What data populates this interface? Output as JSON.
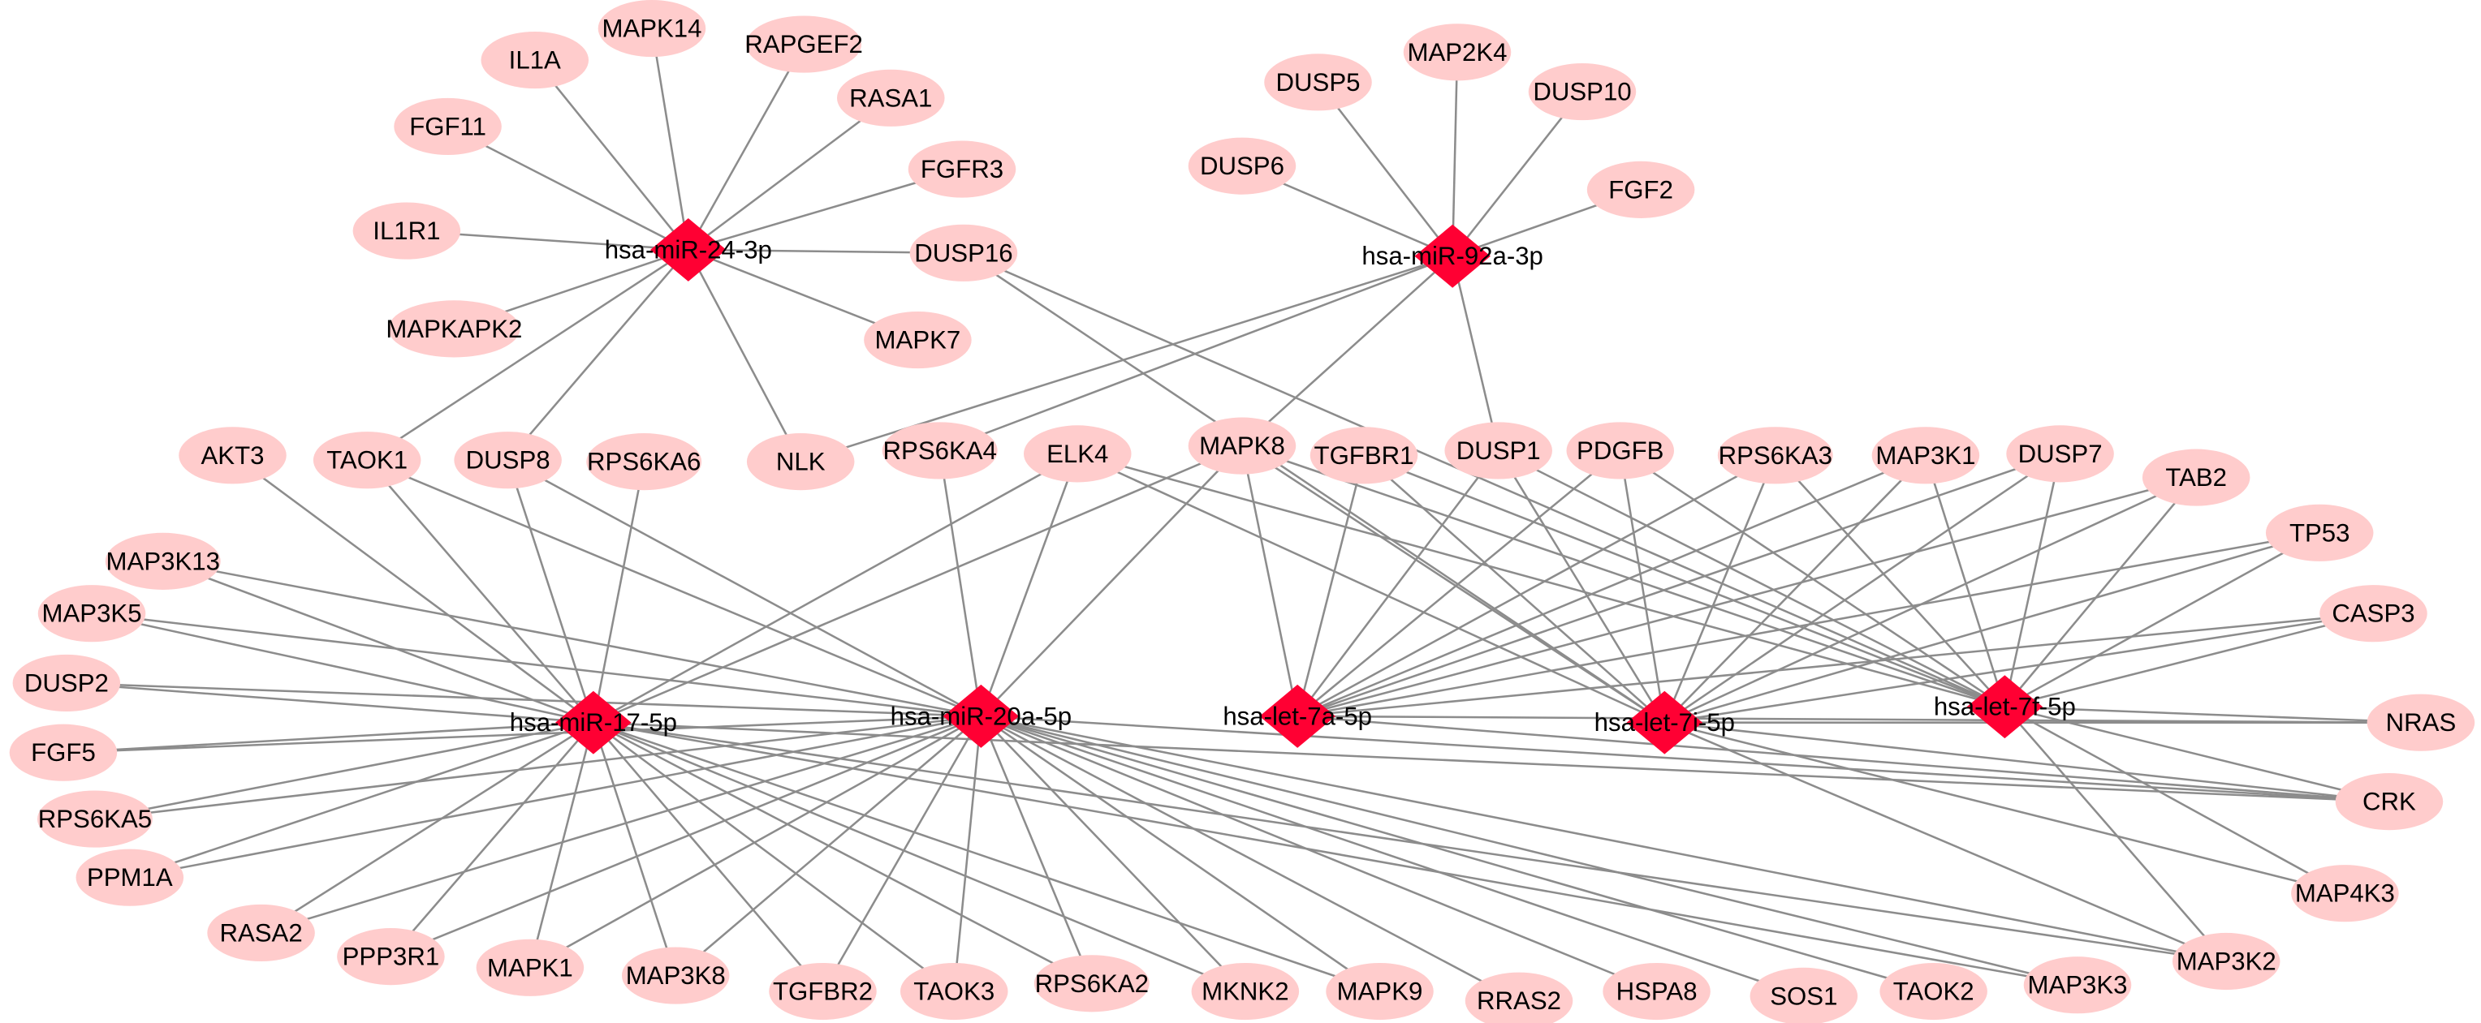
{
  "title": "miRNA-target gene regulatory network",
  "colors": {
    "gene_node": "#ffcccc",
    "mirna_node": "#ff0033",
    "edge": "#8c8c8c"
  },
  "mirnas": [
    "hsa-miR-24-3p",
    "hsa-miR-92a-3p",
    "hsa-miR-17-5p",
    "hsa-miR-20a-5p",
    "hsa-let-7a-5p",
    "hsa-let-7i-5p",
    "hsa-let-7f-5p"
  ],
  "genes": [
    "IL1A",
    "MAPK14",
    "RAPGEF2",
    "RASA1",
    "FGF11",
    "FGFR3",
    "IL1R1",
    "DUSP16",
    "MAPKAPK2",
    "MAPK7",
    "DUSP5",
    "MAP2K4",
    "DUSP10",
    "DUSP6",
    "FGF2",
    "AKT3",
    "TAOK1",
    "DUSP8",
    "RPS6KA6",
    "NLK",
    "RPS6KA4",
    "ELK4",
    "MAPK8",
    "TGFBR1",
    "DUSP1",
    "PDGFB",
    "RPS6KA3",
    "MAP3K1",
    "DUSP7",
    "TAB2",
    "TP53",
    "CASP3",
    "NRAS",
    "CRK",
    "MAP4K3",
    "MAP3K2",
    "MAP3K13",
    "MAP3K5",
    "DUSP2",
    "FGF5",
    "RPS6KA5",
    "PPM1A",
    "RASA2",
    "PPP3R1",
    "MAPK1",
    "MAP3K8",
    "TGFBR2",
    "TAOK3",
    "RPS6KA2",
    "MKNK2",
    "MAPK9",
    "RRAS2",
    "HSPA8",
    "SOS1",
    "TAOK2",
    "MAP3K3"
  ],
  "edges": {
    "hsa-miR-24-3p": [
      "IL1A",
      "MAPK14",
      "RAPGEF2",
      "RASA1",
      "FGF11",
      "FGFR3",
      "IL1R1",
      "DUSP16",
      "MAPKAPK2",
      "MAPK7",
      "TAOK1",
      "DUSP8",
      "NLK"
    ],
    "hsa-miR-92a-3p": [
      "DUSP5",
      "MAP2K4",
      "DUSP10",
      "DUSP6",
      "FGF2",
      "DUSP1",
      "NLK",
      "RPS6KA4",
      "MAPK8"
    ],
    "hsa-miR-17-5p": [
      "AKT3",
      "MAP3K13",
      "MAP3K5",
      "DUSP2",
      "FGF5",
      "RPS6KA5",
      "PPM1A",
      "RASA2",
      "PPP3R1",
      "MAPK1",
      "MAP3K8",
      "TGFBR2",
      "TAOK3",
      "RPS6KA2",
      "MKNK2",
      "MAPK9",
      "TAOK1",
      "DUSP8",
      "RPS6KA6",
      "ELK4",
      "MAPK8",
      "MAP3K3",
      "MAP3K2",
      "CRK"
    ],
    "hsa-miR-20a-5p": [
      "MAP3K13",
      "MAP3K5",
      "DUSP2",
      "FGF5",
      "RPS6KA5",
      "PPM1A",
      "RASA2",
      "PPP3R1",
      "MAPK1",
      "MAP3K8",
      "TGFBR2",
      "TAOK3",
      "RPS6KA2",
      "MKNK2",
      "MAPK9",
      "RRAS2",
      "HSPA8",
      "SOS1",
      "TAOK2",
      "MAP3K3",
      "MAP3K2",
      "TAOK1",
      "DUSP8",
      "RPS6KA4",
      "ELK4",
      "MAPK8",
      "CRK"
    ],
    "hsa-let-7a-5p": [
      "MAPK8",
      "TGFBR1",
      "DUSP1",
      "PDGFB",
      "RPS6KA3",
      "MAP3K1",
      "DUSP7",
      "TAB2",
      "TP53",
      "CASP3",
      "NRAS",
      "CRK"
    ],
    "hsa-let-7i-5p": [
      "DUSP16",
      "ELK4",
      "MAPK8",
      "TGFBR1",
      "DUSP1",
      "PDGFB",
      "RPS6KA3",
      "MAP3K1",
      "DUSP7",
      "TAB2",
      "TP53",
      "CASP3",
      "NRAS",
      "CRK",
      "MAP4K3",
      "MAP3K2"
    ],
    "hsa-let-7f-5p": [
      "DUSP16",
      "ELK4",
      "MAPK8",
      "TGFBR1",
      "DUSP1",
      "PDGFB",
      "RPS6KA3",
      "MAP3K1",
      "DUSP7",
      "TAB2",
      "TP53",
      "CASP3",
      "NRAS",
      "CRK",
      "MAP4K3",
      "MAP3K2"
    ]
  }
}
